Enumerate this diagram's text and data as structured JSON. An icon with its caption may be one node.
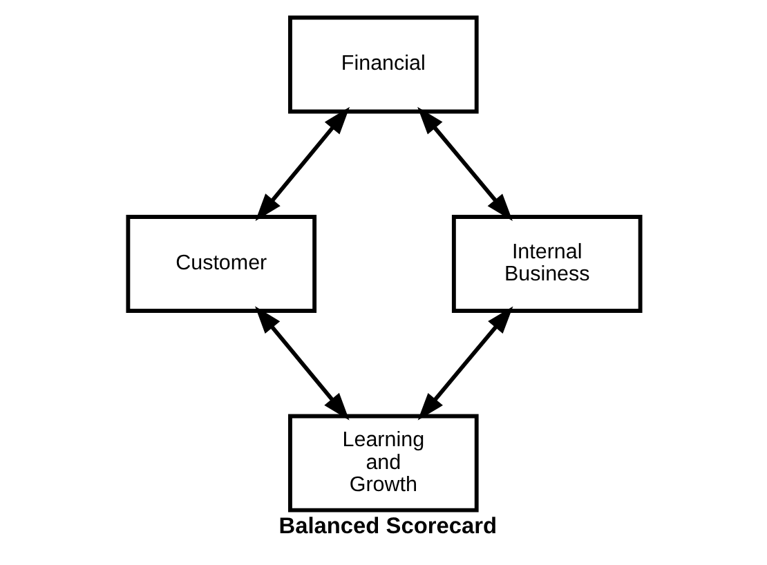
{
  "diagram": {
    "caption": "Balanced Scorecard",
    "nodes": [
      {
        "text": [
          "Financial"
        ]
      },
      {
        "text": [
          "Customer"
        ]
      },
      {
        "text": [
          "Internal Business"
        ]
      },
      {
        "text": [
          "Learning and Growth"
        ]
      }
    ],
    "edges": [
      {
        "from": 0,
        "to": 1,
        "arrow": "both"
      },
      {
        "from": 0,
        "to": 2,
        "arrow": "both"
      },
      {
        "from": 2,
        "to": 3,
        "arrow": "both"
      },
      {
        "from": 1,
        "to": 3,
        "arrow": "both"
      }
    ]
  }
}
